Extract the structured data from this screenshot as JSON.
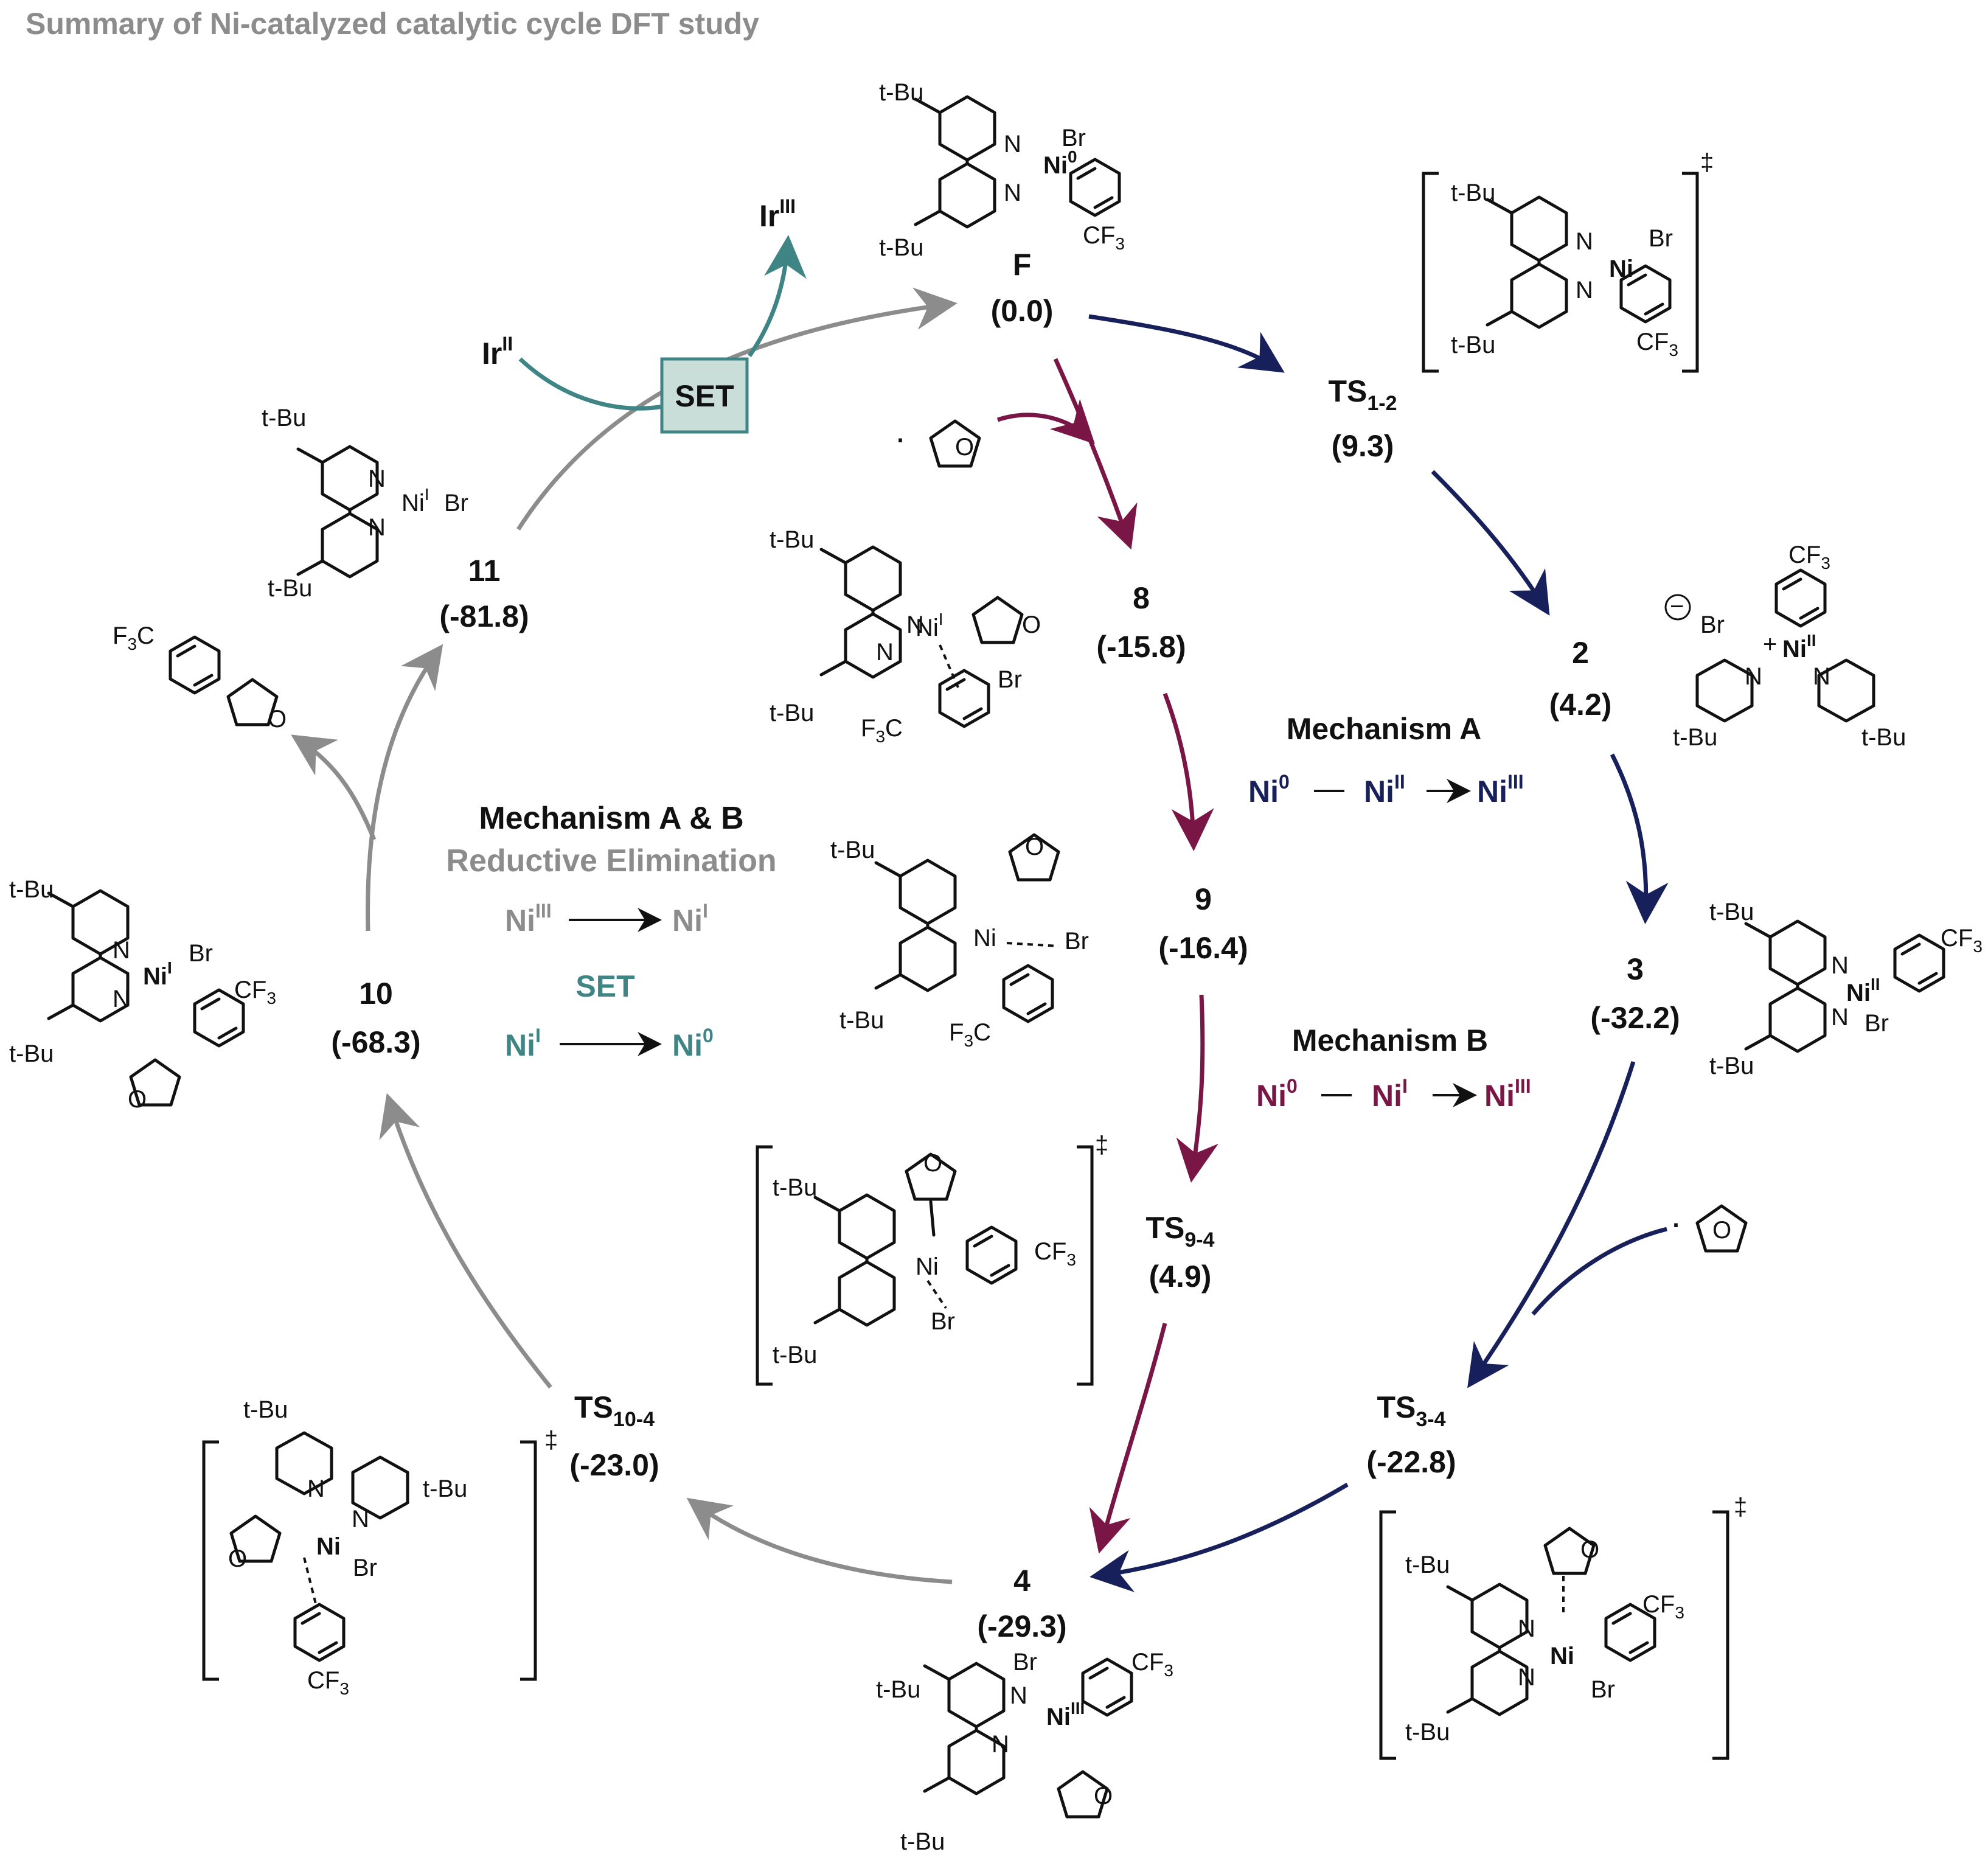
{
  "title": "Summary of Ni-catalyzed catalytic cycle DFT study",
  "colors": {
    "gray": "#8c8c8c",
    "navy": "#17205a",
    "maroon": "#7a1645",
    "teal": "#3f8585",
    "set_box_fill": "#c9ddd9",
    "text": "#111111"
  },
  "species": {
    "F": {
      "label": "F",
      "energy": "(0.0)"
    },
    "TS12": {
      "label": "TS",
      "sub": "1-2",
      "energy": "(9.3)"
    },
    "s2": {
      "label": "2",
      "energy": "(4.2)"
    },
    "s3": {
      "label": "3",
      "energy": "(-32.2)"
    },
    "TS34": {
      "label": "TS",
      "sub": "3-4",
      "energy": "(-22.8)"
    },
    "s4": {
      "label": "4",
      "energy": "(-29.3)"
    },
    "TS104": {
      "label": "TS",
      "sub": "10-4",
      "energy": "(-23.0)"
    },
    "s10": {
      "label": "10",
      "energy": "(-68.3)"
    },
    "s11": {
      "label": "11",
      "energy": "(-81.8)"
    },
    "s8": {
      "label": "8",
      "energy": "(-15.8)"
    },
    "s9": {
      "label": "9",
      "energy": "(-16.4)"
    },
    "TS94": {
      "label": "TS",
      "sub": "9-4",
      "energy": "(4.9)"
    }
  },
  "set_box": "SET",
  "ir_in": {
    "base": "Ir",
    "sup": "II"
  },
  "ir_out": {
    "base": "Ir",
    "sup": "III"
  },
  "mechA": {
    "title": "Mechanism A",
    "s1": "Ni",
    "s1sup": "0",
    "s2": "Ni",
    "s2sup": "II",
    "s3": "Ni",
    "s3sup": "III"
  },
  "mechB": {
    "title": "Mechanism B",
    "s1": "Ni",
    "s1sup": "0",
    "s2": "Ni",
    "s2sup": "I",
    "s3": "Ni",
    "s3sup": "III"
  },
  "mechAB": {
    "title": "Mechanism A & B",
    "subtitle": "Reductive Elimination",
    "re_from": "Ni",
    "re_from_sup": "III",
    "re_to": "Ni",
    "re_to_sup": "I",
    "set_label": "SET",
    "set_from": "Ni",
    "set_from_sup": "I",
    "set_to": "Ni",
    "set_to_sup": "0"
  },
  "struct": {
    "tBu": "t-Bu",
    "N": "N",
    "Ni": "Ni",
    "Br": "Br",
    "CF3": "CF",
    "CF3sub": "3",
    "F3C": "F",
    "F3Csub": "3",
    "F3Ctail": "C",
    "O": "O",
    "dagger": "‡",
    "radical_dot": "·",
    "minus": "−",
    "plus": "+",
    "Ni0sup": "0",
    "NiIsup": "I",
    "NiIIsup": "II",
    "NiIIIsup": "III"
  }
}
